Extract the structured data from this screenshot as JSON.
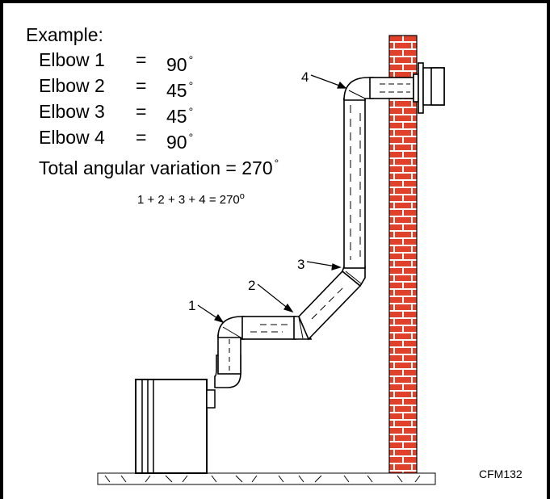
{
  "example": {
    "heading": "Example:",
    "elbows": [
      {
        "name": "Elbow 1",
        "eq": "=",
        "value": "90",
        "unit": "°"
      },
      {
        "name": "Elbow 2",
        "eq": "=",
        "value": "45",
        "unit": "°"
      },
      {
        "name": "Elbow 3",
        "eq": "=",
        "value": "45",
        "unit": "°"
      },
      {
        "name": "Elbow 4",
        "eq": "=",
        "value": "90",
        "unit": "°"
      }
    ],
    "total_label": "Total angular variation = 270",
    "total_unit": "°",
    "equation": "1 + 2 + 3 + 4 = 270",
    "equation_unit": "o"
  },
  "callouts": {
    "one": "1",
    "two": "2",
    "three": "3",
    "four": "4"
  },
  "figure_code": "CFM132",
  "colors": {
    "brick": "#e0412b",
    "mortar": "#ffffff",
    "line": "#000000"
  }
}
